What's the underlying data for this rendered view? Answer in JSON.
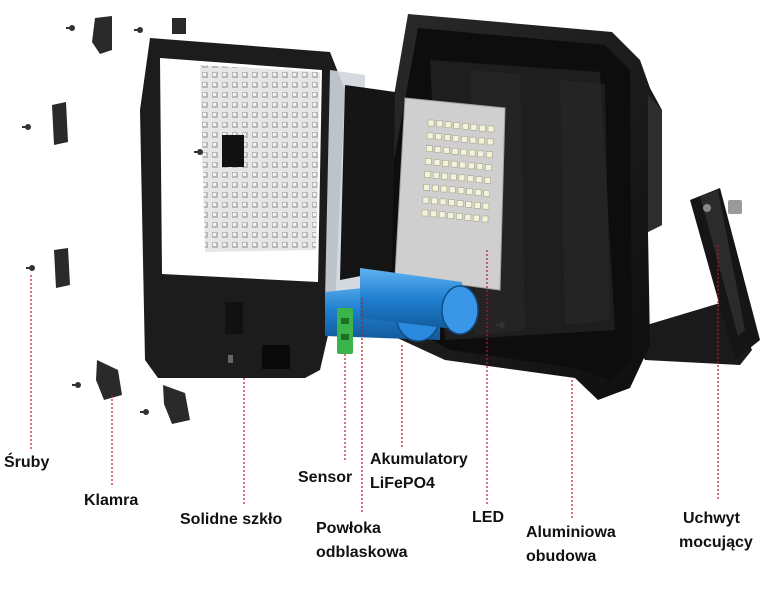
{
  "labels": {
    "sruby": "Śruby",
    "klamra": "Klamra",
    "solidne_szklo": "Solidne szkło",
    "sensor": "Sensor",
    "powloka_line1": "Powłoka",
    "powloka_line2": "odblaskowa",
    "akumulatory_line1": "Akumulatory",
    "akumulatory_line2": "LiFePO4",
    "led": "LED",
    "obudowa_line1": "Aluminiowa",
    "obudowa_line2": "obudowa",
    "uchwyt_line1": "Uchwyt",
    "uchwyt_line2": "mocujący"
  },
  "colors": {
    "leader_line": "#c0181f",
    "housing": "#1b1b1b",
    "frame": "#222222",
    "battery": "#1f7fd0",
    "sensor": "#3bb54a",
    "led_board": "#c8c8c8",
    "led_chip": "#f4f2d8",
    "reflector": "#dcdcdc"
  }
}
